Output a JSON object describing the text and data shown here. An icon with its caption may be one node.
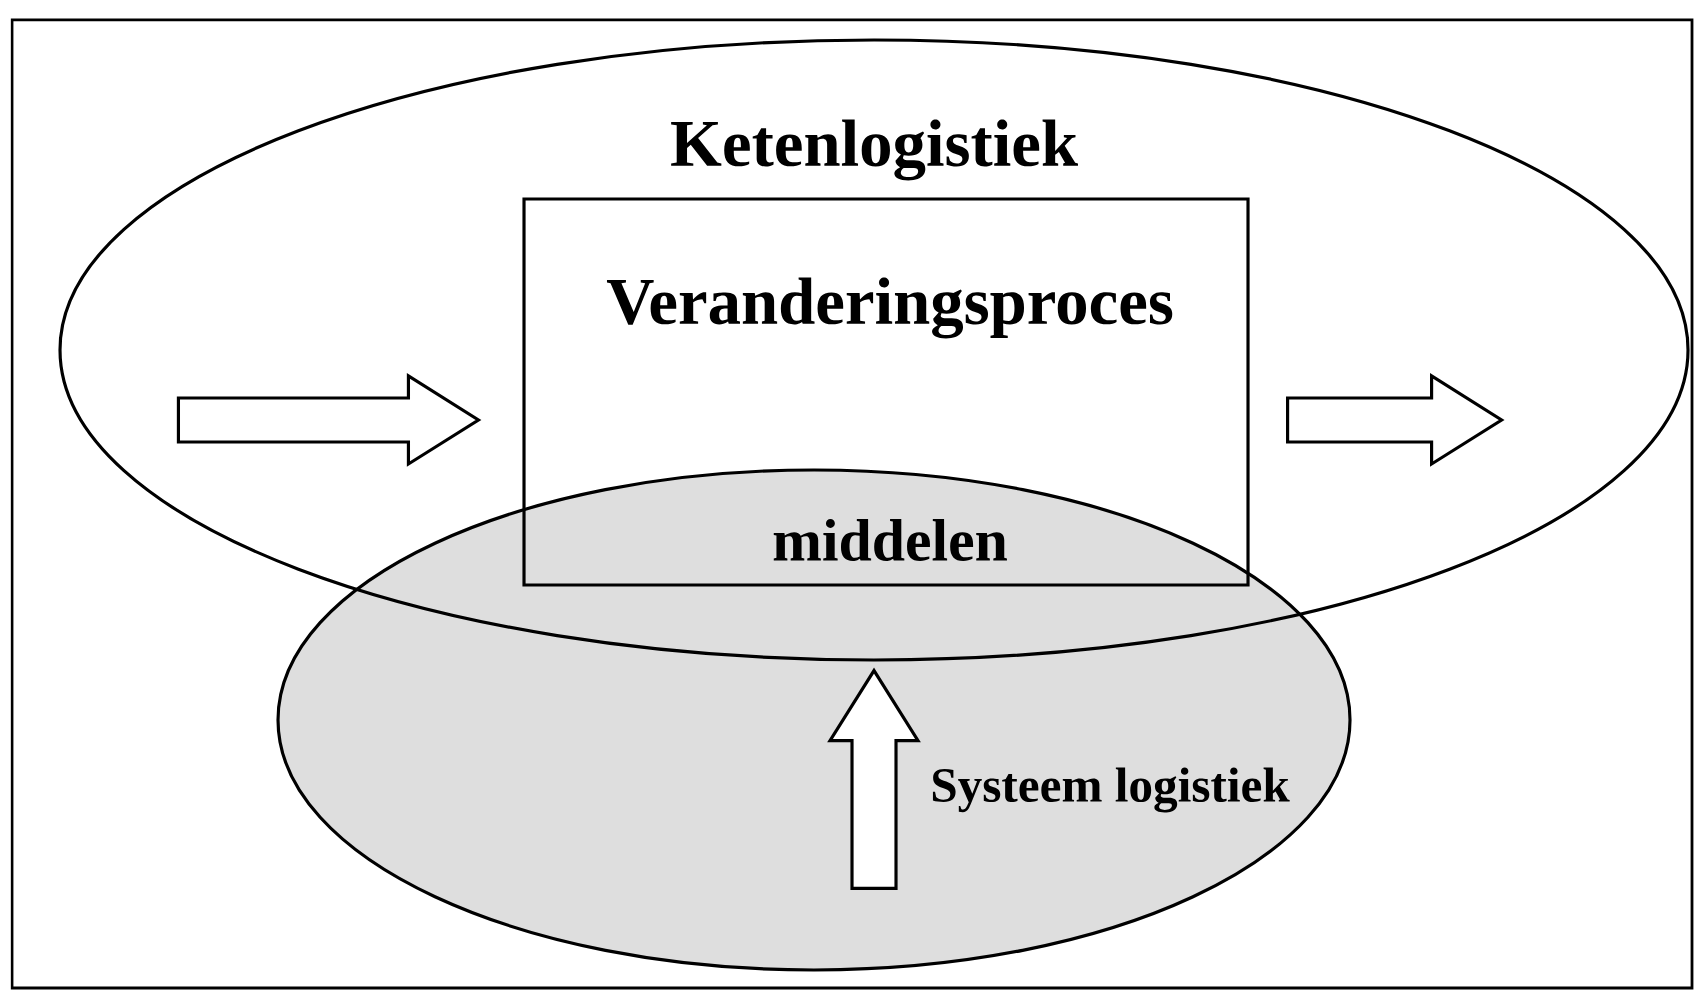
{
  "diagram": {
    "nodes": [
      {
        "text": [
          "Ketenlogistiek"
        ]
      },
      {
        "text": [
          "Veranderingsproces",
          "middelen"
        ],
        "in": 0
      },
      {
        "text": [
          "Systeem logistiek"
        ]
      }
    ],
    "edges": [
      {
        "from": null,
        "to": 1,
        "arrow": "to"
      },
      {
        "from": 1,
        "to": null,
        "arrow": "to"
      },
      {
        "from": 2,
        "to": 1,
        "arrow": "to"
      }
    ]
  }
}
